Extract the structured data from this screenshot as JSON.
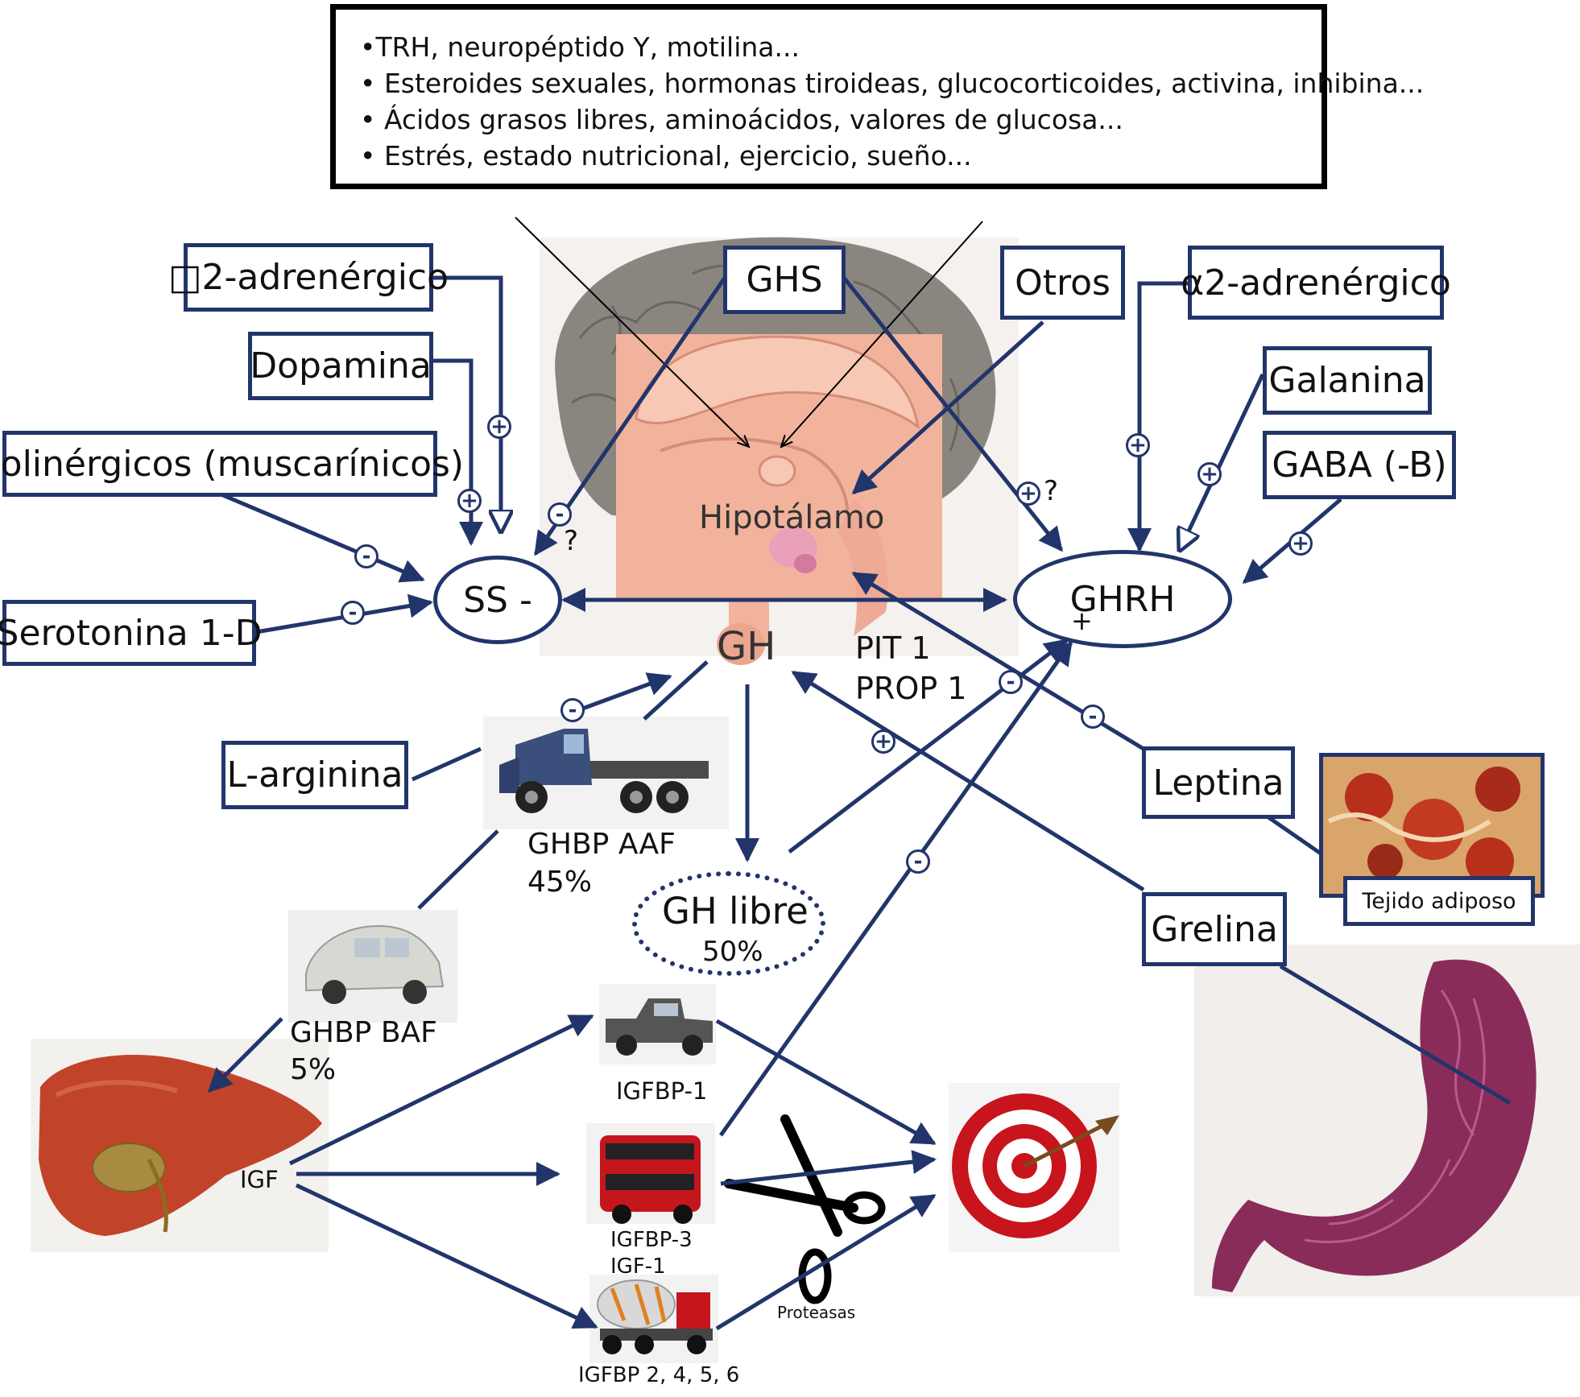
{
  "top_box": {
    "line1": "•TRH, neuropéptido Y, motilina...",
    "line2": "• Esteroides sexuales, hormonas tiroideas, glucocorticoides, activina, inhibina...",
    "line3": "• Ácidos grasos libres, aminoácidos, valores de glucosa...",
    "line4": "• Estrés, estado nutricional, ejercicio, sueño..."
  },
  "boxes": {
    "beta2": "□2-adrenérgico",
    "dopamina": "Dopamina",
    "colinergicos": "Colinérgicos (muscarínicos)",
    "serotonina": "Serotonina 1-D",
    "ghs": "GHS",
    "otros": "Otros",
    "alpha2": "α2-adrenérgico",
    "galanina": "Galanina",
    "gaba": "GABA (-B)",
    "leptina": "Leptina",
    "grelina": "Grelina",
    "larginina": "L-arginina"
  },
  "nodes": {
    "ss": "SS -",
    "ghrh": "GHRH",
    "ghrh_plus": "+",
    "gh_libre": "GH libre",
    "gh_libre_pct": "50%",
    "gh": "GH",
    "hipotalamo": "Hipotálamo",
    "pit1": "PIT 1",
    "prop1": "PROP 1"
  },
  "labels": {
    "ghbp_aaf": "GHBP AAF",
    "ghbp_aaf_pct": "45%",
    "ghbp_baf": "GHBP BAF",
    "ghbp_baf_pct": "5%",
    "igf": "IGF",
    "igfbp1": "IGFBP-1",
    "igfbp3": "IGFBP-3",
    "igf1": "IGF-1",
    "igfbp2456": "IGFBP 2, 4, 5, 6",
    "proteasas": "Proteasas",
    "tejido": "Tejido adiposo"
  },
  "signs": {
    "plus": "+",
    "minus": "-",
    "question": "?"
  },
  "colors": {
    "arrow": "#22356b",
    "brain": "#8b8580",
    "hypothalamus": "#f2b39c",
    "liver": "#c1442a",
    "stomach": "#8a2c5a",
    "target_red": "#c8141c"
  }
}
